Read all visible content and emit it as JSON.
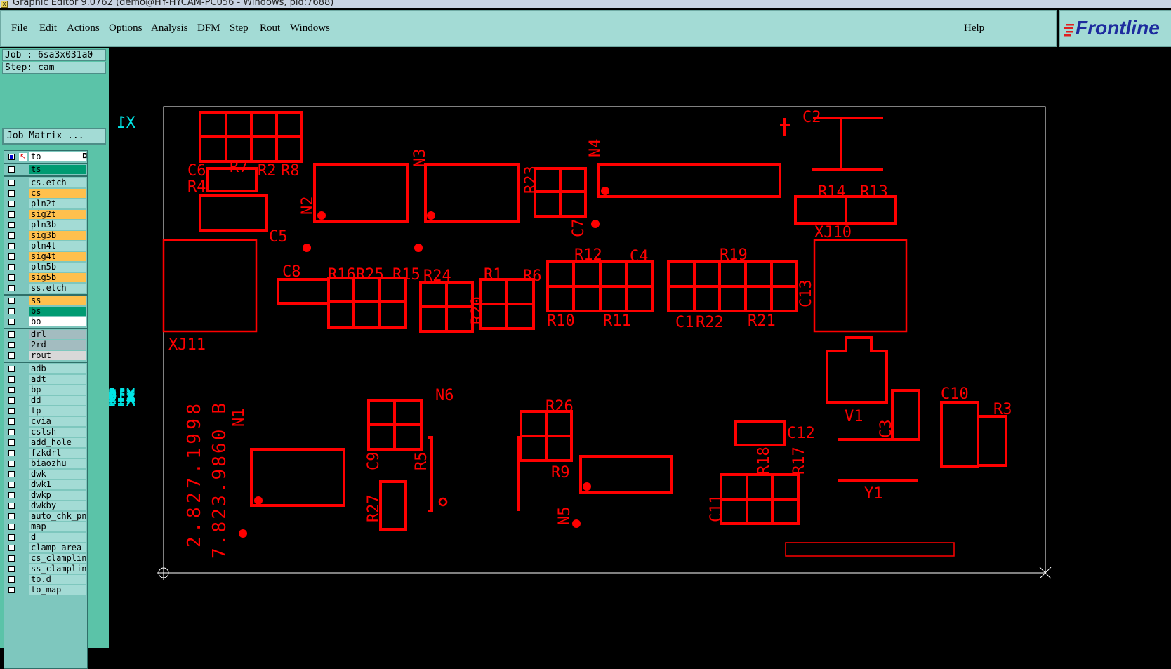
{
  "window": {
    "title": "Graphic Editor 9.0762 (demo@HY-HYCAM-PC056 - Windows, pid:7688)",
    "title_icon": "X"
  },
  "menu": {
    "items": [
      "File",
      "Edit",
      "Actions",
      "Options",
      "Analysis",
      "DFM",
      "Step",
      "Rout",
      "Windows"
    ],
    "help": "Help"
  },
  "brand": {
    "logo": "Frontline",
    "color": "#1d2b9e"
  },
  "job": {
    "job_label": "Job : 6sa3x031a0",
    "step_label": "Step: cam",
    "matrix_button": "Job Matrix ..."
  },
  "layers": [
    {
      "name": "to",
      "color": "#ffffff",
      "active": true
    },
    {
      "name": "ts",
      "color": "#009b72"
    },
    {
      "name": "cs.etch",
      "color": "#a3dbd5"
    },
    {
      "name": "cs",
      "color": "#ffc04d"
    },
    {
      "name": "pln2t",
      "color": "#a3dbd5"
    },
    {
      "name": "sig2t",
      "color": "#ffc04d"
    },
    {
      "name": "pln3b",
      "color": "#a3dbd5"
    },
    {
      "name": "sig3b",
      "color": "#ffc04d"
    },
    {
      "name": "pln4t",
      "color": "#a3dbd5"
    },
    {
      "name": "sig4t",
      "color": "#ffc04d"
    },
    {
      "name": "pln5b",
      "color": "#a3dbd5"
    },
    {
      "name": "sig5b",
      "color": "#ffc04d"
    },
    {
      "name": "ss.etch",
      "color": "#a3dbd5"
    },
    {
      "name": "ss",
      "color": "#ffc04d"
    },
    {
      "name": "bs",
      "color": "#009b72"
    },
    {
      "name": "bo",
      "color": "#ffffff"
    },
    {
      "name": "drl",
      "color": "#a3bcc0"
    },
    {
      "name": "2rd",
      "color": "#a3bcc0"
    },
    {
      "name": "rout",
      "color": "#d8d8d8"
    },
    {
      "name": "adb",
      "color": "#a3dbd5"
    },
    {
      "name": "adt",
      "color": "#a3dbd5"
    },
    {
      "name": "bp",
      "color": "#a3dbd5"
    },
    {
      "name": "dd",
      "color": "#a3dbd5"
    },
    {
      "name": "tp",
      "color": "#a3dbd5"
    },
    {
      "name": "cvia",
      "color": "#a3dbd5"
    },
    {
      "name": "cslsh",
      "color": "#a3dbd5"
    },
    {
      "name": "add_hole",
      "color": "#a3dbd5"
    },
    {
      "name": "fzkdrl",
      "color": "#a3dbd5"
    },
    {
      "name": "biaozhu",
      "color": "#a3dbd5"
    },
    {
      "name": "dwk",
      "color": "#a3dbd5"
    },
    {
      "name": "dwk1",
      "color": "#a3dbd5"
    },
    {
      "name": "dwkp",
      "color": "#a3dbd5"
    },
    {
      "name": "dwkby",
      "color": "#a3dbd5"
    },
    {
      "name": "auto_chk_pnl",
      "color": "#a3dbd5"
    },
    {
      "name": "map",
      "color": "#a3dbd5"
    },
    {
      "name": "d",
      "color": "#a3dbd5"
    },
    {
      "name": "clamp_area",
      "color": "#a3dbd5"
    },
    {
      "name": "cs_clampline",
      "color": "#a3dbd5"
    },
    {
      "name": "ss_clampline",
      "color": "#a3dbd5"
    },
    {
      "name": "to.d",
      "color": "#a3dbd5"
    },
    {
      "name": "to_map",
      "color": "#a3dbd5"
    }
  ],
  "board": {
    "copper_color": "#ff0000",
    "fiducial_color": "#00e5e5",
    "refs": [
      "C6",
      "R7",
      "R2",
      "R8",
      "R4",
      "C5",
      "N2",
      "N3",
      "R23",
      "N4",
      "C7",
      "C2",
      "R14",
      "R13",
      "XJ10",
      "C8",
      "R16",
      "R25",
      "R15",
      "R24",
      "R1",
      "R6",
      "R20",
      "R12",
      "C4",
      "R19",
      "C13",
      "R10",
      "R11",
      "C1",
      "R22",
      "R21",
      "XJ11",
      "N6",
      "R26",
      "C10",
      "R3",
      "N1",
      "V1",
      "C9",
      "R5",
      "R9",
      "C12",
      "C3",
      "R18",
      "R17",
      "R27",
      "N5",
      "C11",
      "Y1"
    ],
    "fiducials": [
      "X1",
      "X17",
      "X18",
      "X19",
      "X14",
      "X15",
      "X16",
      "X11",
      "X12",
      "X13"
    ],
    "coords": [
      "2.827.1998",
      "7.823.9860 B"
    ]
  }
}
